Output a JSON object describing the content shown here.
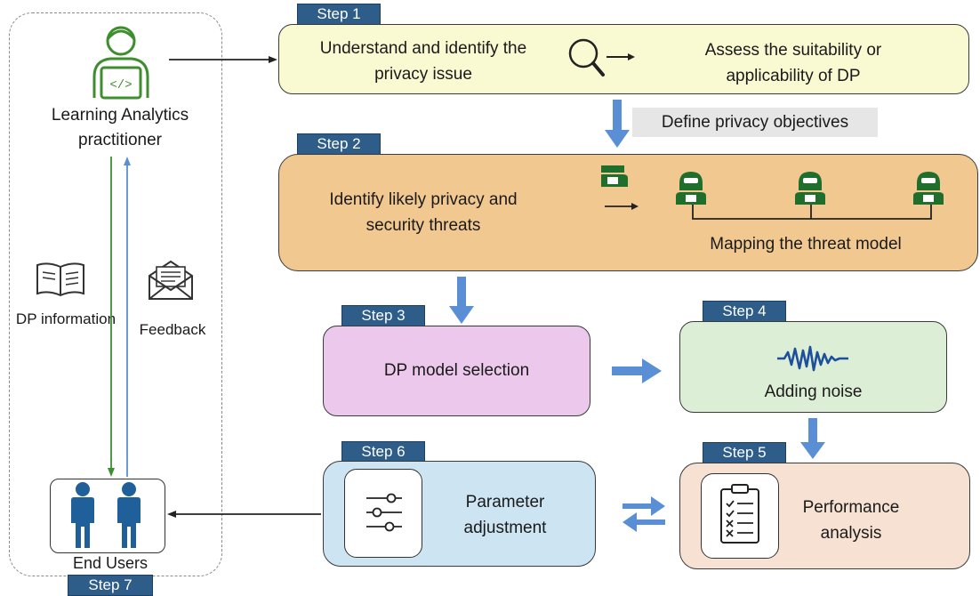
{
  "left_panel": {
    "practitioner_label": "Learning Analytics practitioner",
    "dp_info_label": "DP information",
    "feedback_label": "Feedback",
    "end_users_label": "End Users",
    "step7": "Step 7"
  },
  "step1": {
    "tag": "Step 1",
    "left_text": "Understand and identify the privacy issue",
    "right_text": "Assess the suitability or applicability of DP"
  },
  "objectives": "Define privacy objectives",
  "step2": {
    "tag": "Step 2",
    "left_text": "Identify likely privacy and security threats",
    "right_text": "Mapping the threat model"
  },
  "step3": {
    "tag": "Step 3",
    "text": "DP model selection"
  },
  "step4": {
    "tag": "Step 4",
    "text": "Adding noise"
  },
  "step5": {
    "tag": "Step 5",
    "text": "Performance analysis"
  },
  "step6": {
    "tag": "Step 6",
    "text": "Parameter adjustment"
  },
  "colors": {
    "step_tag": "#2e5d8a",
    "step1_fill": "#fafad2",
    "step2_fill": "#f2c891",
    "step3_fill": "#ecc9ec",
    "step4_fill": "#dcefd6",
    "step5_fill": "#f6e1d2",
    "step6_fill": "#cde4f2",
    "arrow_blue": "#5a8fd6",
    "icon_green": "#3e8e2e",
    "threat_green": "#1f6e2c",
    "user_blue": "#1f5f9a"
  }
}
